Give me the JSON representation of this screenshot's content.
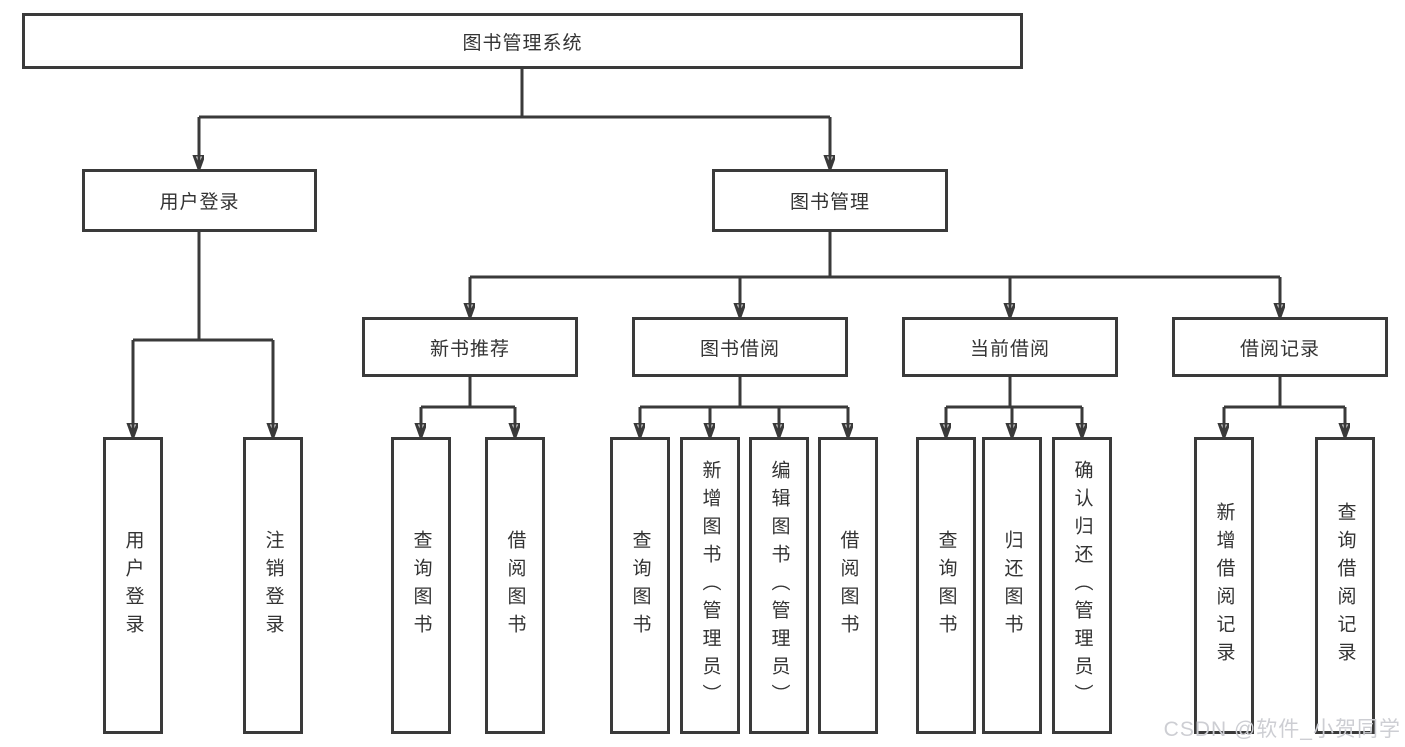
{
  "diagram": {
    "root": "图书管理系统",
    "level2": [
      "用户登录",
      "图书管理"
    ],
    "level3": [
      "新书推荐",
      "图书借阅",
      "当前借阅",
      "借阅记录"
    ],
    "leaves": [
      "用户登录",
      "注销登录",
      "查询图书",
      "借阅图书",
      "查询图书",
      "新增图书（管理员）",
      "编辑图书（管理员）",
      "借阅图书",
      "查询图书",
      "归还图书",
      "确认归还（管理员）",
      "新增借阅记录",
      "查询借阅记录"
    ]
  },
  "watermark": {
    "text": "CSDN @软件_小贺同学"
  },
  "colors": {
    "line": "#3a3a3a",
    "text": "#333333",
    "background": "#ffffff",
    "watermark": "#cdced3"
  }
}
